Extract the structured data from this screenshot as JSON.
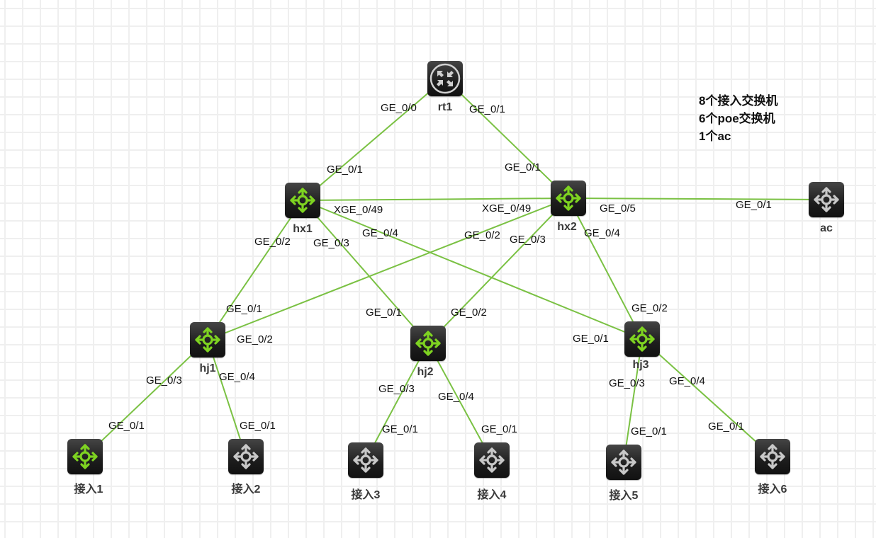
{
  "colors": {
    "link": "#7ac143",
    "active_icon": "#7ed321",
    "inactive_icon": "#c8c8c8"
  },
  "note": {
    "lines": [
      "8个接入交换机",
      "6个poe交换机",
      "1个ac"
    ]
  },
  "nodes": [
    {
      "id": "rt1",
      "label": "rt1",
      "type": "router",
      "icon": "router-icon",
      "active": false
    },
    {
      "id": "hx1",
      "label": "hx1",
      "type": "switch",
      "icon": "switch-icon",
      "active": true
    },
    {
      "id": "hx2",
      "label": "hx2",
      "type": "switch",
      "icon": "switch-icon",
      "active": true
    },
    {
      "id": "ac",
      "label": "ac",
      "type": "switch",
      "icon": "switch-icon",
      "active": false
    },
    {
      "id": "hj1",
      "label": "hj1",
      "type": "switch",
      "icon": "switch-icon",
      "active": true
    },
    {
      "id": "hj2",
      "label": "hj2",
      "type": "switch",
      "icon": "switch-icon",
      "active": true
    },
    {
      "id": "hj3",
      "label": "hj3",
      "type": "switch",
      "icon": "switch-icon",
      "active": true
    },
    {
      "id": "jr1",
      "label": "接入1",
      "type": "switch",
      "icon": "switch-icon",
      "active": true
    },
    {
      "id": "jr2",
      "label": "接入2",
      "type": "switch",
      "icon": "switch-icon",
      "active": false
    },
    {
      "id": "jr3",
      "label": "接入3",
      "type": "switch",
      "icon": "switch-icon",
      "active": false
    },
    {
      "id": "jr4",
      "label": "接入4",
      "type": "switch",
      "icon": "switch-icon",
      "active": false
    },
    {
      "id": "jr5",
      "label": "接入5",
      "type": "switch",
      "icon": "switch-icon",
      "active": false
    },
    {
      "id": "jr6",
      "label": "接入6",
      "type": "switch",
      "icon": "switch-icon",
      "active": false
    }
  ],
  "links": [
    {
      "a": "rt1",
      "a_port": "GE_0/0",
      "b": "hx1",
      "b_port": "GE_0/1"
    },
    {
      "a": "rt1",
      "a_port": "GE_0/1",
      "b": "hx2",
      "b_port": "GE_0/1"
    },
    {
      "a": "hx1",
      "a_port": "XGE_0/49",
      "b": "hx2",
      "b_port": "XGE_0/49"
    },
    {
      "a": "hx2",
      "a_port": "GE_0/5",
      "b": "ac",
      "b_port": "GE_0/1"
    },
    {
      "a": "hx1",
      "a_port": "GE_0/2",
      "b": "hj1",
      "b_port": "GE_0/1"
    },
    {
      "a": "hx1",
      "a_port": "GE_0/3",
      "b": "hj2",
      "b_port": "GE_0/1"
    },
    {
      "a": "hx1",
      "a_port": "GE_0/4",
      "b": "hj3",
      "b_port": "GE_0/1"
    },
    {
      "a": "hx2",
      "a_port": "GE_0/2",
      "b": "hj1",
      "b_port": "GE_0/2"
    },
    {
      "a": "hx2",
      "a_port": "GE_0/3",
      "b": "hj2",
      "b_port": "GE_0/2"
    },
    {
      "a": "hx2",
      "a_port": "GE_0/4",
      "b": "hj3",
      "b_port": "GE_0/2"
    },
    {
      "a": "hj1",
      "a_port": "GE_0/3",
      "b": "jr1",
      "b_port": "GE_0/1"
    },
    {
      "a": "hj1",
      "a_port": "GE_0/4",
      "b": "jr2",
      "b_port": "GE_0/1"
    },
    {
      "a": "hj2",
      "a_port": "GE_0/3",
      "b": "jr3",
      "b_port": "GE_0/1"
    },
    {
      "a": "hj2",
      "a_port": "GE_0/4",
      "b": "jr4",
      "b_port": "GE_0/1"
    },
    {
      "a": "hj3",
      "a_port": "GE_0/3",
      "b": "jr5",
      "b_port": "GE_0/1"
    },
    {
      "a": "hj3",
      "a_port": "GE_0/4",
      "b": "jr6",
      "b_port": "GE_0/1"
    }
  ]
}
